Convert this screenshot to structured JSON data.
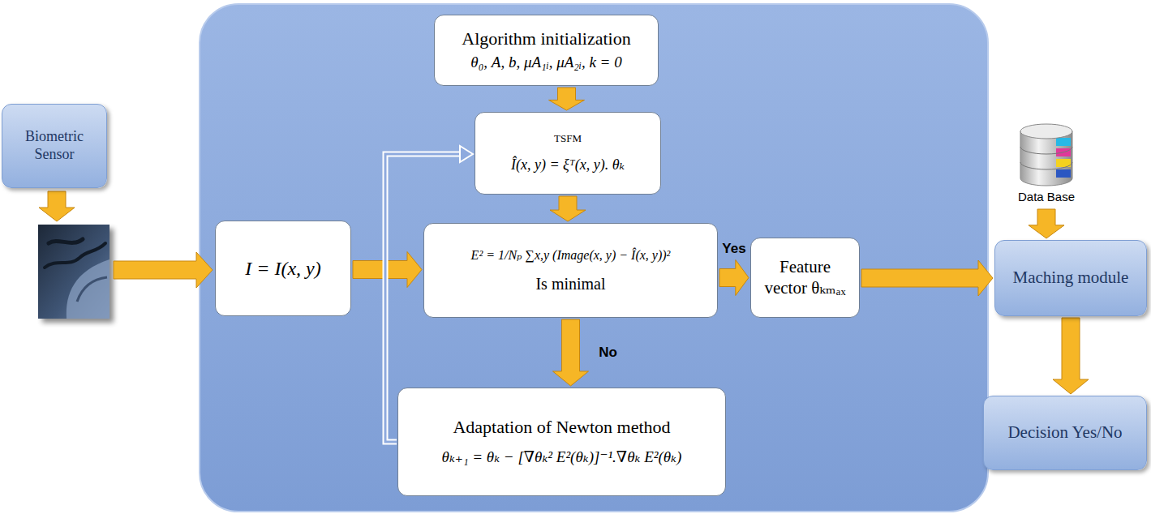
{
  "diagram": {
    "nodes": [
      {
        "text": [
          "Biometric Sensor"
        ]
      },
      {
        "text": [
          "Algorithm initialization",
          "θ₀, A, b, μA₁ᵢ, μA₂ᵢ, k = 0"
        ]
      },
      {
        "text": [
          "TSFM",
          "Î(x, y) = ξᵀ(x, y). θₖ"
        ]
      },
      {
        "text": [
          "I = I(x, y)"
        ]
      },
      {
        "text": [
          "E² = 1/Nₚ ∑x,y (Image(x, y) − Î(x, y))²",
          "Is minimal"
        ]
      },
      {
        "text": [
          "Feature vector θₖₘₐₓ"
        ]
      },
      {
        "text": [
          "Adaptation of Newton method",
          "θₖ₊₁ = θₖ − [∇θₖ² E²(θₖ)]⁻¹.∇θₖ E²(θₖ)"
        ]
      },
      {
        "text": [
          "Data Base"
        ]
      },
      {
        "text": [
          "Maching module"
        ]
      },
      {
        "text": [
          "Decision Yes/No"
        ]
      }
    ],
    "edges": [
      {
        "from": 1,
        "to": 2,
        "arrow": "to"
      },
      {
        "from": 2,
        "to": 4,
        "arrow": "to"
      },
      {
        "from": 3,
        "to": 4,
        "arrow": "to"
      },
      {
        "from": 4,
        "to": 5,
        "arrow": "to",
        "label": "Yes"
      },
      {
        "from": 4,
        "to": 6,
        "arrow": "to",
        "label": "No"
      },
      {
        "from": 6,
        "to": 2,
        "arrow": "to"
      },
      {
        "from": 5,
        "to": 8,
        "arrow": "to"
      },
      {
        "from": 7,
        "to": 8,
        "arrow": "to"
      },
      {
        "from": 8,
        "to": 9,
        "arrow": "to"
      }
    ]
  }
}
